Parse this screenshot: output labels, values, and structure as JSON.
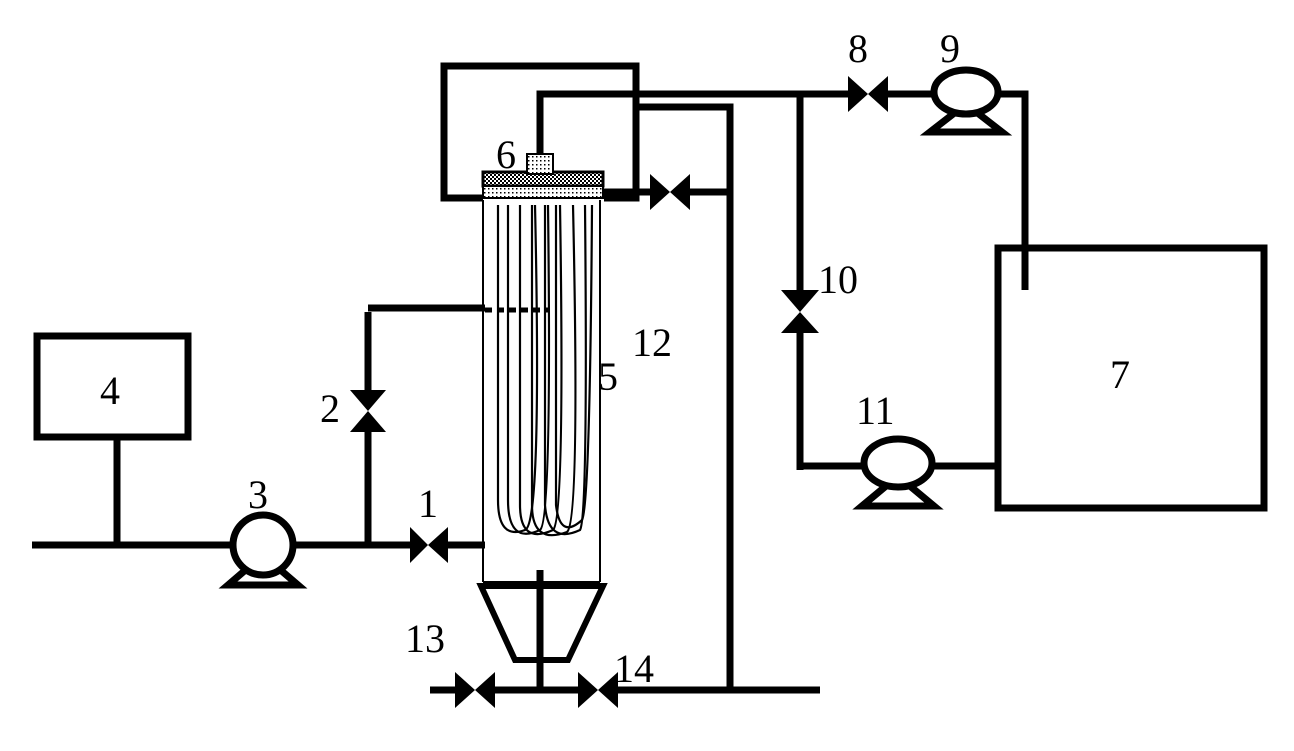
{
  "labels": {
    "valve_1": "1",
    "valve_2": "2",
    "pump_3": "3",
    "tank_4": "4",
    "reactor_5": "5",
    "module_6": "6",
    "tank_7": "7",
    "valve_8": "8",
    "pump_9": "9",
    "valve_10": "10",
    "pump_11": "11",
    "jacket_12": "12",
    "valve_13": "13",
    "valve_14": "14"
  },
  "colors": {
    "line": "#000000",
    "background": "#ffffff",
    "hatch": "#9a9a9a"
  }
}
